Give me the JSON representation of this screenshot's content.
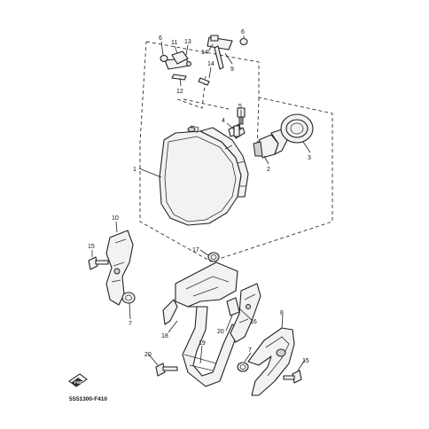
{
  "diagram": {
    "code": "5S51300-F410",
    "forward_badge": "FWD",
    "callouts": {
      "c1": "1",
      "c2": "2",
      "c3": "3",
      "c4": "4",
      "c5": "5",
      "c6a": "6",
      "c6b": "6",
      "c7a": "7",
      "c7b": "7",
      "c8": "8",
      "c9": "9",
      "c10": "10",
      "c11": "11",
      "c12": "12",
      "c13": "13",
      "c14a": "14",
      "c14b": "14",
      "c15a": "15",
      "c15b": "15",
      "c16": "16",
      "c17": "17",
      "c18": "18",
      "c19": "19",
      "c20a": "20",
      "c20b": "20"
    }
  }
}
